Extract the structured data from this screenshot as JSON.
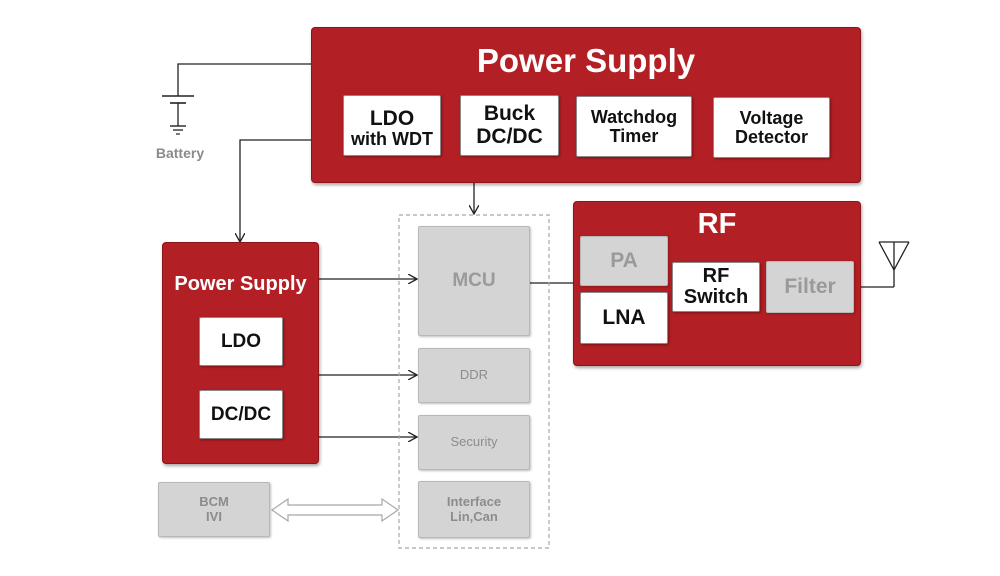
{
  "top_power_supply": {
    "title": "Power Supply",
    "ldo_line1": "LDO",
    "ldo_line2": "with WDT",
    "buck_line1": "Buck",
    "buck_line2": "DC/DC",
    "watchdog_line1": "Watchdog",
    "watchdog_line2": "Timer",
    "voltage_line1": "Voltage",
    "voltage_line2": "Detector"
  },
  "battery": {
    "label": "Battery"
  },
  "left_power_supply": {
    "title": "Power Supply",
    "ldo": "LDO",
    "dcdc": "DC/DC"
  },
  "mcu_group": {
    "mcu": "MCU",
    "ddr": "DDR",
    "security": "Security",
    "interface_line1": "Interface",
    "interface_line2": "Lin,Can"
  },
  "rf": {
    "title": "RF",
    "pa": "PA",
    "lna": "LNA",
    "switch_line1": "RF",
    "switch_line2": "Switch",
    "filter": "Filter"
  },
  "bcm": {
    "line1": "BCM",
    "line2": "IVI"
  },
  "colors": {
    "block_red": "#b21f24",
    "inactive_grey": "#d4d4d4",
    "line": "#222222"
  }
}
